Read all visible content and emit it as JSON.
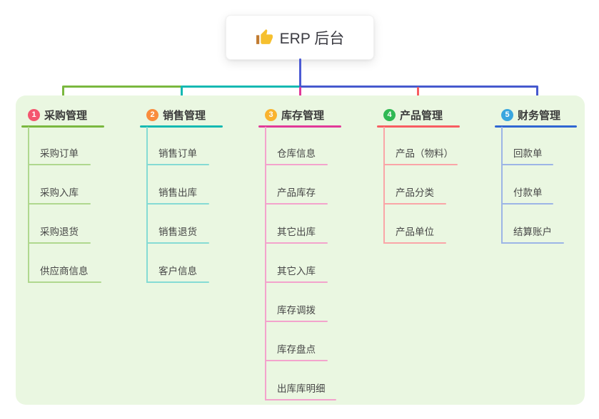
{
  "root": {
    "label": "ERP 后台",
    "icon": "thumbs-up-icon"
  },
  "colors": {
    "canvas_bg": "#ffffff",
    "panel_bg": "#EAF7E1",
    "root_stem": "#4C5BD4",
    "bus_right": "#4659CE",
    "title_text": "#3B3B3B",
    "child_text": "#474747"
  },
  "branches": [
    {
      "index": "1",
      "label": "采购管理",
      "badge_color": "#F4566F",
      "line_color": "#7AB83F",
      "child_line_color": "#AFD88E",
      "children": [
        "采购订单",
        "采购入库",
        "采购退货",
        "供应商信息"
      ]
    },
    {
      "index": "2",
      "label": "销售管理",
      "badge_color": "#F98C3D",
      "line_color": "#14B9B2",
      "child_line_color": "#85DBD4",
      "children": [
        "销售订单",
        "销售出库",
        "销售退货",
        "客户信息"
      ]
    },
    {
      "index": "3",
      "label": "库存管理",
      "badge_color": "#F9B32F",
      "line_color": "#E13A98",
      "child_line_color": "#F3A3CC",
      "children": [
        "仓库信息",
        "产品库存",
        "其它出库",
        "其它入库",
        "库存调拨",
        "库存盘点",
        "出库库明细"
      ]
    },
    {
      "index": "4",
      "label": "产品管理",
      "badge_color": "#30B954",
      "line_color": "#F85D62",
      "child_line_color": "#FAA5A7",
      "children": [
        "产品（物料）",
        "产品分类",
        "产品单位"
      ]
    },
    {
      "index": "5",
      "label": "财务管理",
      "badge_color": "#39A6DF",
      "line_color": "#3066D2",
      "child_line_color": "#9CB5E6",
      "children": [
        "回款单",
        "付款单",
        "结算账户"
      ]
    }
  ]
}
